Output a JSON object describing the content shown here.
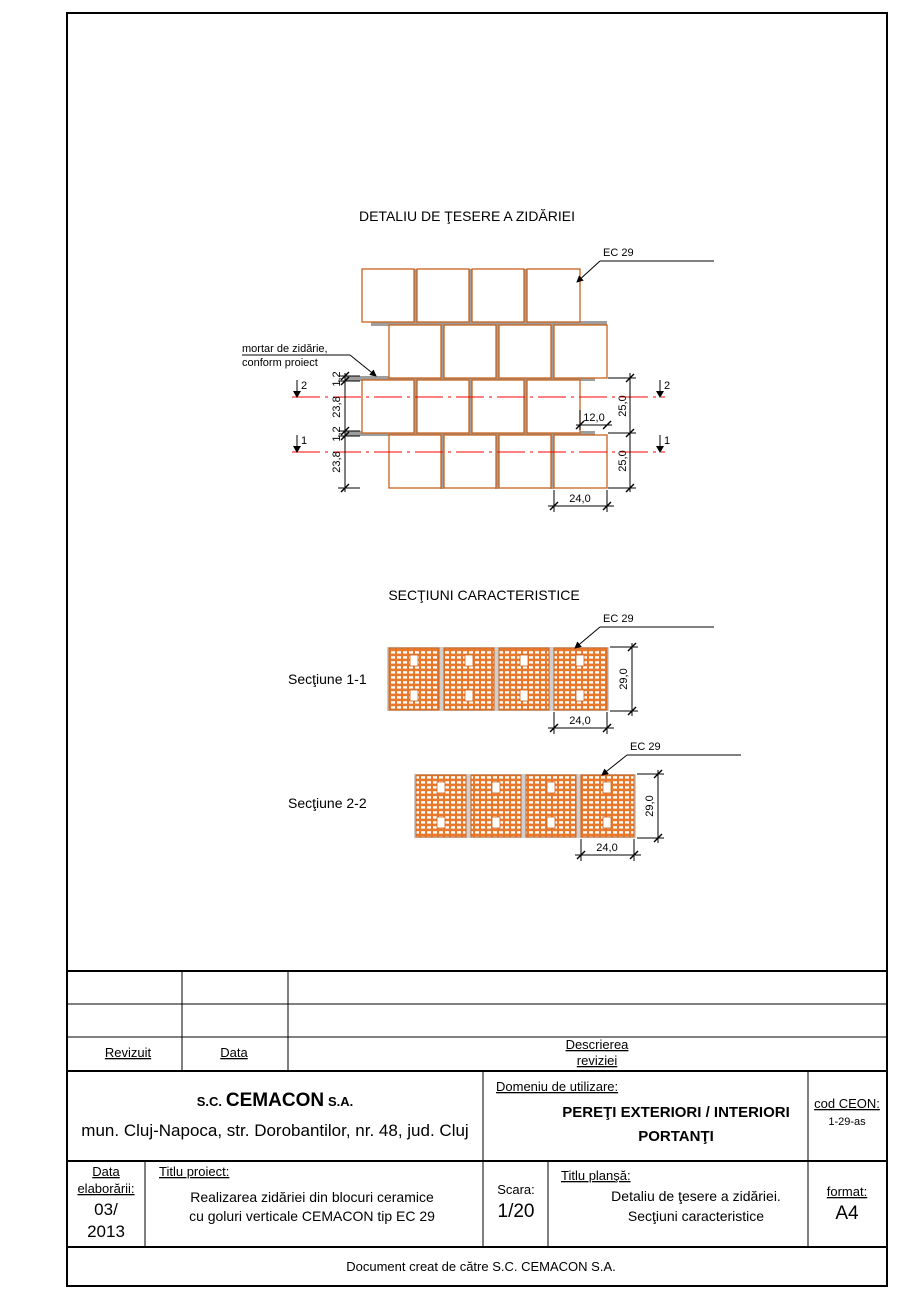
{
  "drawing": {
    "title_detail": "DETALIU DE ŢESERE A ZIDĂRIEI",
    "ec29_label": "EC 29",
    "mortar_note_line1": "mortar de zidărie,",
    "mortar_note_line2": "conform proiect",
    "section_mark_2": "2",
    "section_mark_1": "1",
    "dim_12_a": "1,2",
    "dim_238_a": "23,8",
    "dim_12_b": "1,2",
    "dim_238_b": "23,8",
    "dim_250_a": "25,0",
    "dim_250_b": "25,0",
    "dim_120": "12,0",
    "dim_240": "24,0",
    "title_sections": "SECŢIUNI CARACTERISTICE",
    "section_11_label": "Secţiune 1-1",
    "section_22_label": "Secţiune 2-2",
    "dim_290": "29,0"
  },
  "revision_table": {
    "col_revizuit": "Revizuit",
    "col_data": "Data",
    "col_descriere_line1": "Descrierea",
    "col_descriere_line2": "reviziei"
  },
  "title_block": {
    "company_prefix": "S.C.",
    "company_name": "CEMACON",
    "company_suffix": "S.A.",
    "company_address": "mun. Cluj-Napoca, str. Dorobantilor, nr. 48, jud. Cluj",
    "domain_label": "Domeniu de utilizare:",
    "domain_value_line1": "PEREŢI EXTERIORI / INTERIORI",
    "domain_value_line2": "PORTANŢI",
    "code_label": "cod CEON:",
    "code_value": "1-29-as",
    "date_label_line1": "Data",
    "date_label_line2": "elaborării:",
    "date_value_line1": "03/",
    "date_value_line2": "2013",
    "project_label": "Titlu proiect:",
    "project_value_line1": "Realizarea zidăriei din blocuri ceramice",
    "project_value_line2": "cu goluri verticale CEMACON tip EC 29",
    "scale_label": "Scara:",
    "scale_value": "1/20",
    "sheet_title_label": "Titlu planşă:",
    "sheet_title_line1": "Detaliu de ţesere a zidăriei.",
    "sheet_title_line2": "Secţiuni caracteristice",
    "format_label": "format:",
    "format_value": "A4",
    "footer": "Document creat de către S.C. CEMACON S.A."
  },
  "colors": {
    "brick_outline": "#c8621b",
    "brick_section_fill": "#e9782a",
    "mortar": "#9e9e9e",
    "axis_line": "#ff0000"
  }
}
